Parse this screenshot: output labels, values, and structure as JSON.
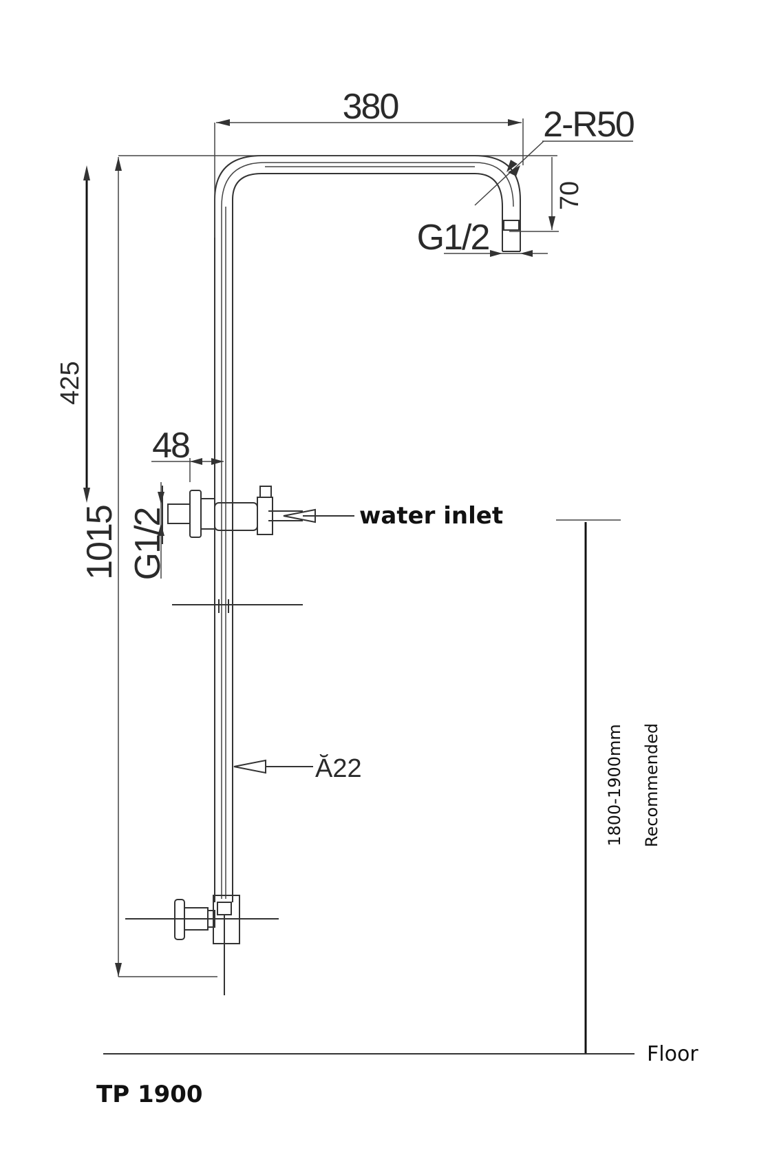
{
  "diagram": {
    "dimensions": {
      "width_arm": "380",
      "bend_radius": "2-R50",
      "drop_height": "70",
      "thread_top": "G1/2",
      "upper_length": "425",
      "total_length": "1015",
      "offset": "48",
      "thread_inlet": "G1/2",
      "pipe_diameter": "Ă22"
    },
    "labels": {
      "water_inlet": "water inlet",
      "mounting_height": "1800-1900mm",
      "recommended": "Recommended",
      "floor": "Floor",
      "model": "TP 1900"
    }
  }
}
